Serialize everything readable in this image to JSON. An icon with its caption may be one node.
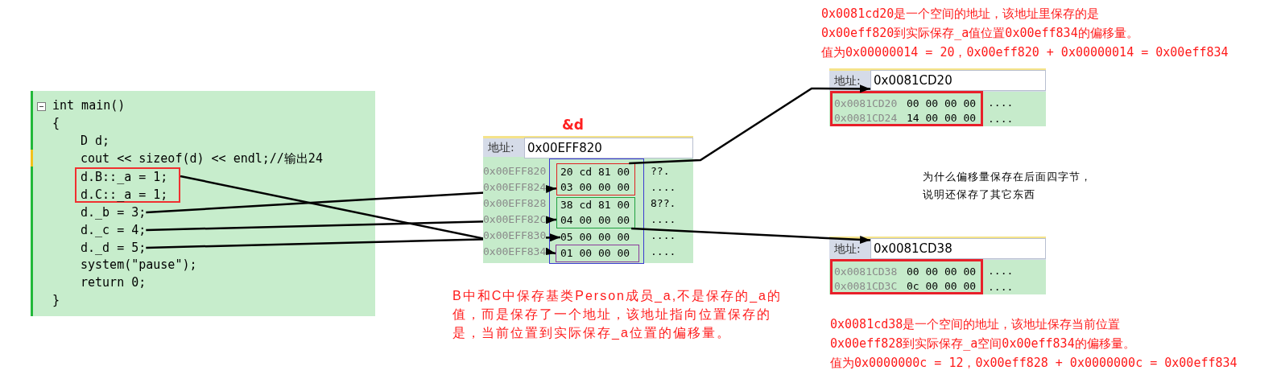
{
  "diagram": {
    "nodes": [
      {
        "text": [
          "int main()",
          "{",
          "D d;",
          "cout << sizeof(d) << endl;//输出24",
          "system(\"pause\");",
          "return 0;",
          "}"
        ]
      },
      {
        "text": [
          "d.B::_a = 1;",
          "d.C::_a = 1;"
        ],
        "in": 0
      },
      {
        "text": [
          "d._b = 3;"
        ],
        "in": 0
      },
      {
        "text": [
          "d._c = 4;"
        ],
        "in": 0
      },
      {
        "text": [
          "d._d = 5;"
        ],
        "in": 0
      },
      {
        "text": [
          "&d",
          "地址:",
          "0x00EFF820",
          "??.",
          "0x00EFF824",
          "....",
          "0x00EFF828",
          "8??.",
          "0x00EFF82C",
          "....",
          "0x00EFF830",
          "....",
          "0x00EFF834",
          "...."
        ]
      },
      {
        "text": [
          "0x00EFF820"
        ],
        "in": 5
      },
      {
        "text": [],
        "shape": "box",
        "in": 5
      },
      {
        "text": [
          "20 cd 81 00",
          "03 00 00 00"
        ],
        "in": 7
      },
      {
        "text": [
          "38 cd 81 00",
          "04 00 00 00"
        ],
        "in": 7
      },
      {
        "text": [
          "05 00 00 00"
        ],
        "in": 7
      },
      {
        "text": [
          "01 00 00 00"
        ],
        "in": 7
      },
      {
        "text": [
          "地址:",
          "....",
          "...."
        ]
      },
      {
        "text": [
          "0x0081CD20"
        ],
        "in": 12
      },
      {
        "text": [
          "0x0081CD20",
          "00 00 00 00",
          "0x0081CD24",
          "14 00 00 00"
        ],
        "in": 12
      },
      {
        "text": [
          "地址:",
          "....",
          "...."
        ]
      },
      {
        "text": [
          "0x0081CD38"
        ],
        "in": 15
      },
      {
        "text": [
          "0x0081CD38",
          "00 00 00 00",
          "0x0081CD3C",
          "0c 00 00 00"
        ],
        "in": 15
      }
    ],
    "edges": [
      {
        "from": 1,
        "to": 11,
        "arrow": "to"
      },
      {
        "from": 2,
        "to": 8,
        "arrow": "to"
      },
      {
        "from": 3,
        "to": 9,
        "arrow": "to"
      },
      {
        "from": 4,
        "to": 10,
        "arrow": "to"
      },
      {
        "from": 8,
        "to": 13,
        "arrow": "to"
      },
      {
        "from": 9,
        "to": 16,
        "arrow": "to"
      }
    ],
    "labels": [
      "0x0081cd20是一个空间的地址，该地址里保存的是0x00eff820到实际保存_a值位置0x00eff834的偏移量。",
      "值为0x00000014 = 20，0x00eff820 + 0x00000014 = 0x00eff834",
      "为什么偏移量保存在后面四字节，说明还保存了其它东西",
      "B中和C中保存基类Person成员_a,不是保存的_a的值，而是保存了一个地址，该地址指向位置保存的是，当前位置到实际保存_a位置的偏移量。",
      "0x0081cd38是一个空间的地址，该地址保存当前位置0x00eff828到实际保存_a空间0x00eff834的偏移量。",
      "值为0x0000000c = 12，0x00eff828 + 0x0000000c = 0x00eff834"
    ]
  }
}
